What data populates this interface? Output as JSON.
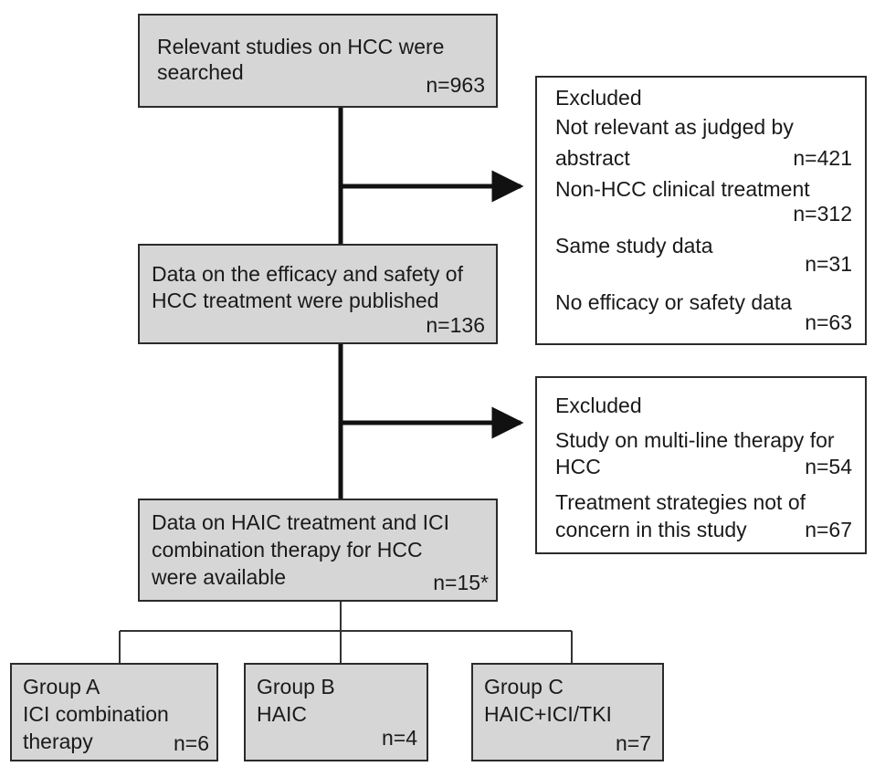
{
  "boxes": {
    "searched": {
      "line1": "Relevant studies on HCC were",
      "line2": "searched",
      "n": "n=963"
    },
    "published": {
      "line1": "Data on the efficacy and safety of",
      "line2": "HCC treatment were published",
      "n": "n=136"
    },
    "available": {
      "line1": "Data on HAIC treatment and ICI",
      "line2": "combination therapy for HCC",
      "line3": "were available",
      "n": "n=15*"
    },
    "excluded1": {
      "title": "Excluded",
      "r1a": "Not relevant as judged by",
      "r1b": "abstract",
      "n1": "n=421",
      "r2": "Non-HCC clinical treatment",
      "n2": "n=312",
      "r3": "Same study data",
      "n3": "n=31",
      "r4": "No efficacy or safety data",
      "n4": "n=63"
    },
    "excluded2": {
      "title": "Excluded",
      "r1a": "Study on multi-line therapy for",
      "r1b": "HCC",
      "n1": "n=54",
      "r2a": "Treatment strategies not of",
      "r2b": "concern in this study",
      "n2": "n=67"
    },
    "groupA": {
      "title": "Group A",
      "line1": "ICI combination",
      "line2": "therapy",
      "n": "n=6"
    },
    "groupB": {
      "title": "Group B",
      "line1": "HAIC",
      "n": "n=4"
    },
    "groupC": {
      "title": "Group C",
      "line1": "HAIC+ICI/TKI",
      "n": "n=7"
    }
  }
}
